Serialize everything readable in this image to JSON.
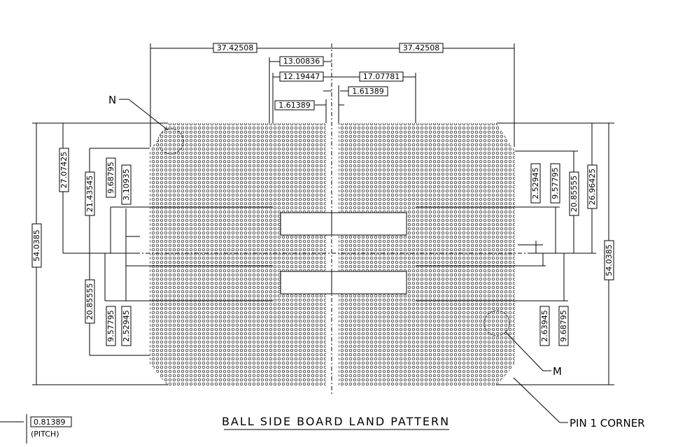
{
  "drawing": {
    "title": "BALL SIDE BOARD LAND PATTERN",
    "callouts": {
      "n": "N",
      "m": "M",
      "pin1": "PIN 1 CORNER"
    },
    "pitch": {
      "value": "0.81389",
      "label": "(PITCH)"
    },
    "dims": {
      "top_left_width": "37.42508",
      "top_right_width": "37.42508",
      "top_13": "13.00836",
      "top_12": "12.19447",
      "top_17": "17.07781",
      "top_161_right": "1.61389",
      "top_161_left": "1.61389",
      "left_overall": "54.0385",
      "left_27": "27.07425",
      "left_21": "21.43545",
      "left_968": "9.68795",
      "left_310": "3.10935",
      "left_20": "20.85555",
      "left_957": "9.57795",
      "left_252": "2.52945",
      "right_overall": "54.0385",
      "right_252": "2.52945",
      "right_957": "9.57795",
      "right_20": "20.85555",
      "right_26": "26.96425",
      "right_263": "2.63945",
      "right_968": "9.68795"
    }
  }
}
